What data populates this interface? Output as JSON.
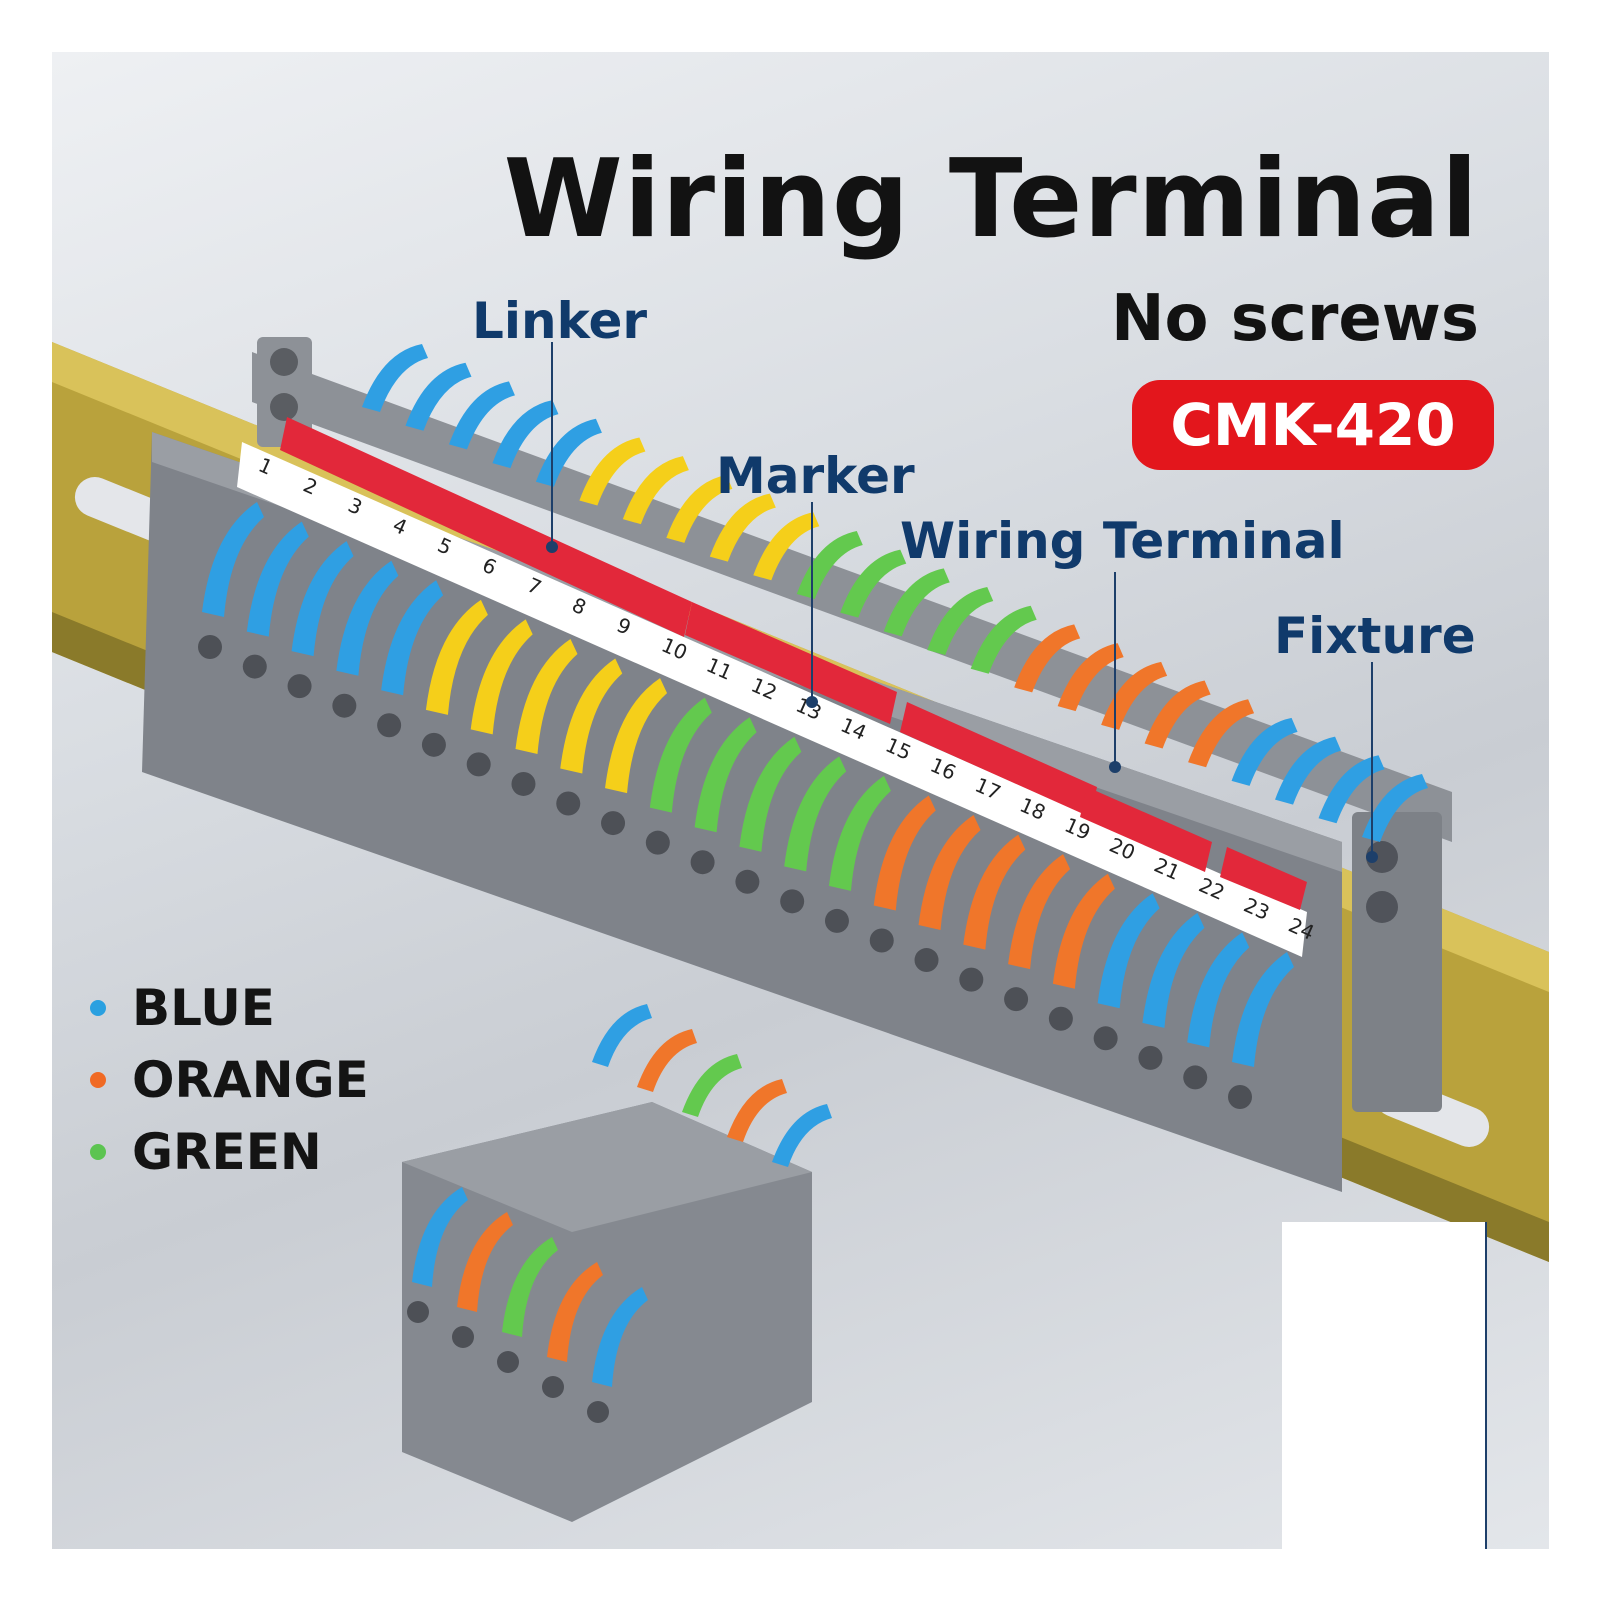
{
  "title": "Wiring Terminal",
  "subtitle": "No screws",
  "model": "CMK-420",
  "callouts": {
    "linker": "Linker",
    "marker": "Marker",
    "wiring_terminal": "Wiring Terminal",
    "fixture": "Fixture"
  },
  "legend": [
    {
      "label": "BLUE",
      "color": "#2aa0e0"
    },
    {
      "label": "ORANGE",
      "color": "#f06a24"
    },
    {
      "label": "GREEN",
      "color": "#5cc451"
    }
  ],
  "marker_numbers": [
    "1",
    "2",
    "3",
    "4",
    "5",
    "6",
    "7",
    "8",
    "9",
    "10",
    "11",
    "12",
    "13",
    "14",
    "15",
    "16",
    "17",
    "18",
    "19",
    "20",
    "21",
    "22",
    "23",
    "24"
  ],
  "lever_colors": {
    "blue": "#2f9fe3",
    "yellow": "#f5cf1a",
    "green": "#63c94e",
    "orange": "#f0762a",
    "red_linker": "#e2283a",
    "housing": "#8a8e94",
    "rail": "#c4a838"
  },
  "main_strip_colors": [
    "blue",
    "blue",
    "blue",
    "blue",
    "blue",
    "yellow",
    "yellow",
    "yellow",
    "yellow",
    "yellow",
    "green",
    "green",
    "green",
    "green",
    "green",
    "orange",
    "orange",
    "orange",
    "orange",
    "orange",
    "blue",
    "blue",
    "blue",
    "blue"
  ],
  "small_block_colors": [
    "blue",
    "orange",
    "green",
    "orange",
    "blue"
  ]
}
